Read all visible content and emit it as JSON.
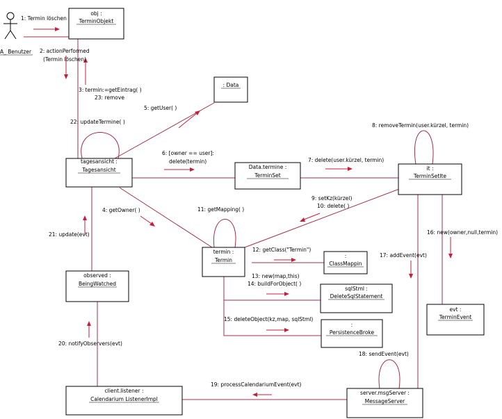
{
  "actor": {
    "name": "A_ Benutzer"
  },
  "objects": {
    "obj": {
      "line1": "obj :",
      "line2": "TerminObjekt"
    },
    "data": {
      "line1": ": Data"
    },
    "tagesansicht": {
      "line1": "tagesansicht :",
      "line2": "Tagesansicht"
    },
    "terminset": {
      "line1": "Data.termine :",
      "line2": "TerminSet"
    },
    "it": {
      "line1": "it :",
      "line2": "TerminSetIte"
    },
    "termin": {
      "line1": "termin :",
      "line2": "Termin"
    },
    "classmappin": {
      "line1": ":",
      "line2": "ClassMappin"
    },
    "deletesql": {
      "line1": "sqlStml :",
      "line2": "DeleteSqlStatement"
    },
    "persistence": {
      "line1": ":",
      "line2": "PersistenceBroke"
    },
    "observed": {
      "line1": "observed :",
      "line2": "BeingWatched"
    },
    "evt": {
      "line1": "evt :",
      "line2": "TerminEvent"
    },
    "listener": {
      "line1": "client.listener :",
      "line2": "Calendarium ListenerImpl"
    },
    "server": {
      "line1": "server.msgServer :",
      "line2": "MessageServer"
    }
  },
  "messages": {
    "m1": "1: Termin löschen",
    "m2a": "2: actionPerformed",
    "m2b": "(Termin löschen)",
    "m3": "3: termin:=getEintrag( )",
    "m23": "23: remove",
    "m5": "5: getUser( )",
    "m22": "22: updateTermine( )",
    "m6a": "6: [owner == user]:",
    "m6b": "delete(termin)",
    "m7": "7: delete(user.kürzel, termin)",
    "m8": "8: removeTermin(user.kürzel, termin)",
    "m9": "9: setKz(kürzel)",
    "m10": "10: delete( )",
    "m4": "4: getOwner( )",
    "m11": "11: getMapping( )",
    "m21": "21: update(evt)",
    "m12": "12: getClass(\"Termin\")",
    "m13": "13: new(map,this)",
    "m14": "14: buildForObject( )",
    "m15": "15: deleteObject(kz,map, sqlStml)",
    "m16": "16: new(owner,null,termin)",
    "m17": "17: addEvent(evt)",
    "m18": "18: sendEvent(evt)",
    "m19": "19: processCalendariumEvent(evt)",
    "m20": "20: notifyObservers(evt)"
  },
  "colors": {
    "link": "#a0304a",
    "arrow": "#c81e3c",
    "text": "#000000"
  }
}
